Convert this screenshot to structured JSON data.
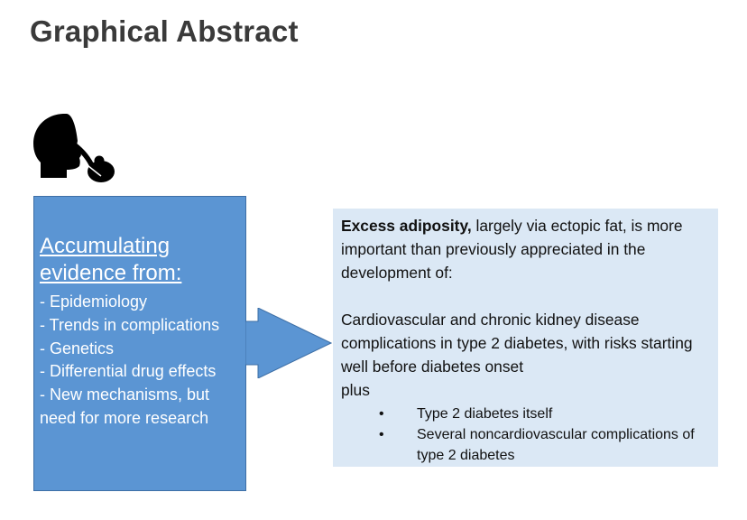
{
  "title": "Graphical Abstract",
  "icon": "person-thinking-icon",
  "left_box": {
    "heading_line1": "Accumulating",
    "heading_line2": "evidence from:",
    "items": [
      "- Epidemiology",
      "- Trends in complications",
      "- Genetics",
      "- Differential drug effects",
      "- New mechanisms, but",
      "need for more research"
    ]
  },
  "right_box": {
    "lead_bold": "Excess adiposity,",
    "lead_rest": " largely via ectopic fat, is more important than previously appreciated in the development of:",
    "paragraph2": "Cardiovascular and chronic kidney disease complications in type 2 diabetes, with risks starting well before diabetes onset",
    "plus": "plus",
    "bullet_char": "•",
    "bullets": [
      "Type 2 diabetes itself",
      "Several noncardiovascular complications of type 2 diabetes"
    ]
  },
  "colors": {
    "left_box_fill": "#5b95d3",
    "right_box_fill": "#dbe8f5",
    "arrow_fill": "#5b95d3"
  }
}
